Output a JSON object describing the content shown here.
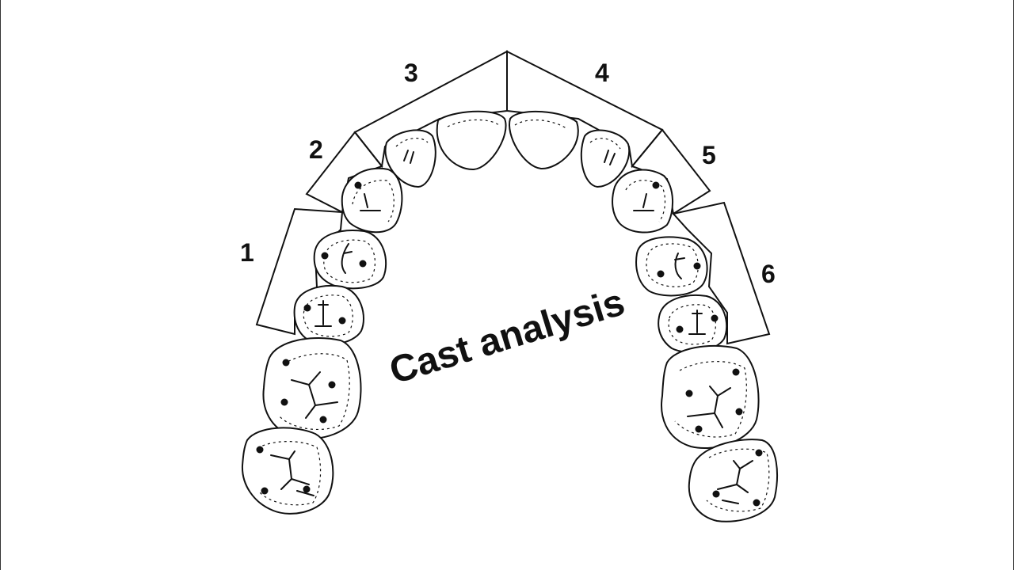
{
  "title": "Cast analysis",
  "segment_labels": [
    "1",
    "2",
    "3",
    "4",
    "5",
    "6"
  ],
  "colors": {
    "line": "#111111",
    "background": "#ffffff"
  }
}
